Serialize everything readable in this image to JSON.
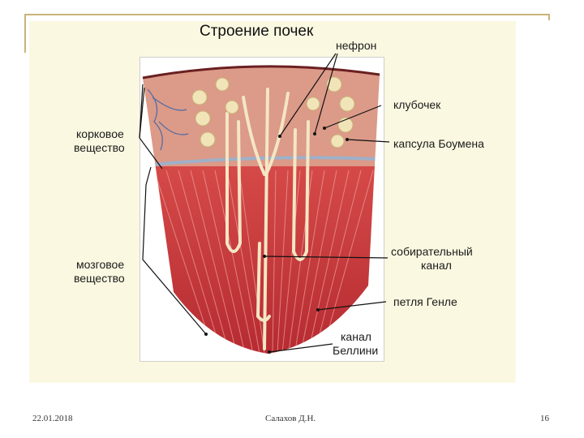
{
  "slide": {
    "title": "Строение почек",
    "labels": {
      "nephron": "нефрон",
      "glomerulus": "клубочек",
      "bowman_capsule": "капсула Боумена",
      "collecting_duct_1": "собирательный",
      "collecting_duct_2": "канал",
      "cortex_1": "корковое",
      "cortex_2": "вещество",
      "medulla_1": "мозговое",
      "medulla_2": "вещество",
      "henle_loop": "петля Генле",
      "bellini_1": "канал",
      "bellini_2": "Беллини"
    }
  },
  "footer": {
    "date": "22.01.2018",
    "author": "Салахов Д.Н.",
    "page": "16"
  },
  "colors": {
    "frame": "#c9b37a",
    "panel_bg": "#fbf8e1",
    "cortex": "#d98b7a",
    "medulla": "#c8383a",
    "tubules": "#f3e6c4"
  },
  "icons": [
    "kidney-section-illustration"
  ]
}
